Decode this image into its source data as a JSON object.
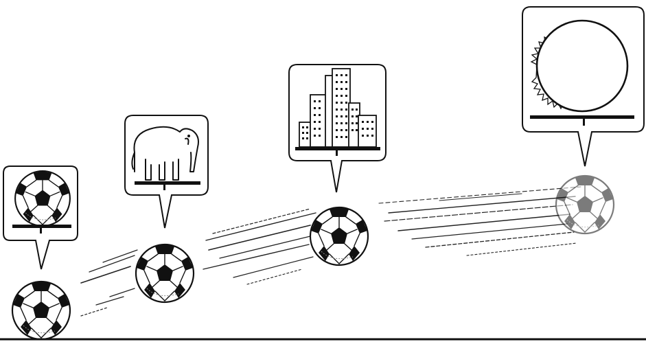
{
  "scene": {
    "colors": {
      "ink": "#111111",
      "paper": "#ffffff",
      "shade": "#cfcfcf"
    },
    "sequence": [
      {
        "id": "ball-1",
        "bubble_content": "soccer-ball-icon",
        "speed_lines": false
      },
      {
        "id": "ball-2",
        "bubble_content": "elephant-icon",
        "speed_lines": true
      },
      {
        "id": "ball-3",
        "bubble_content": "skyscrapers-icon",
        "speed_lines": true
      },
      {
        "id": "ball-4",
        "bubble_content": "sun-icon",
        "speed_lines": true
      }
    ]
  }
}
